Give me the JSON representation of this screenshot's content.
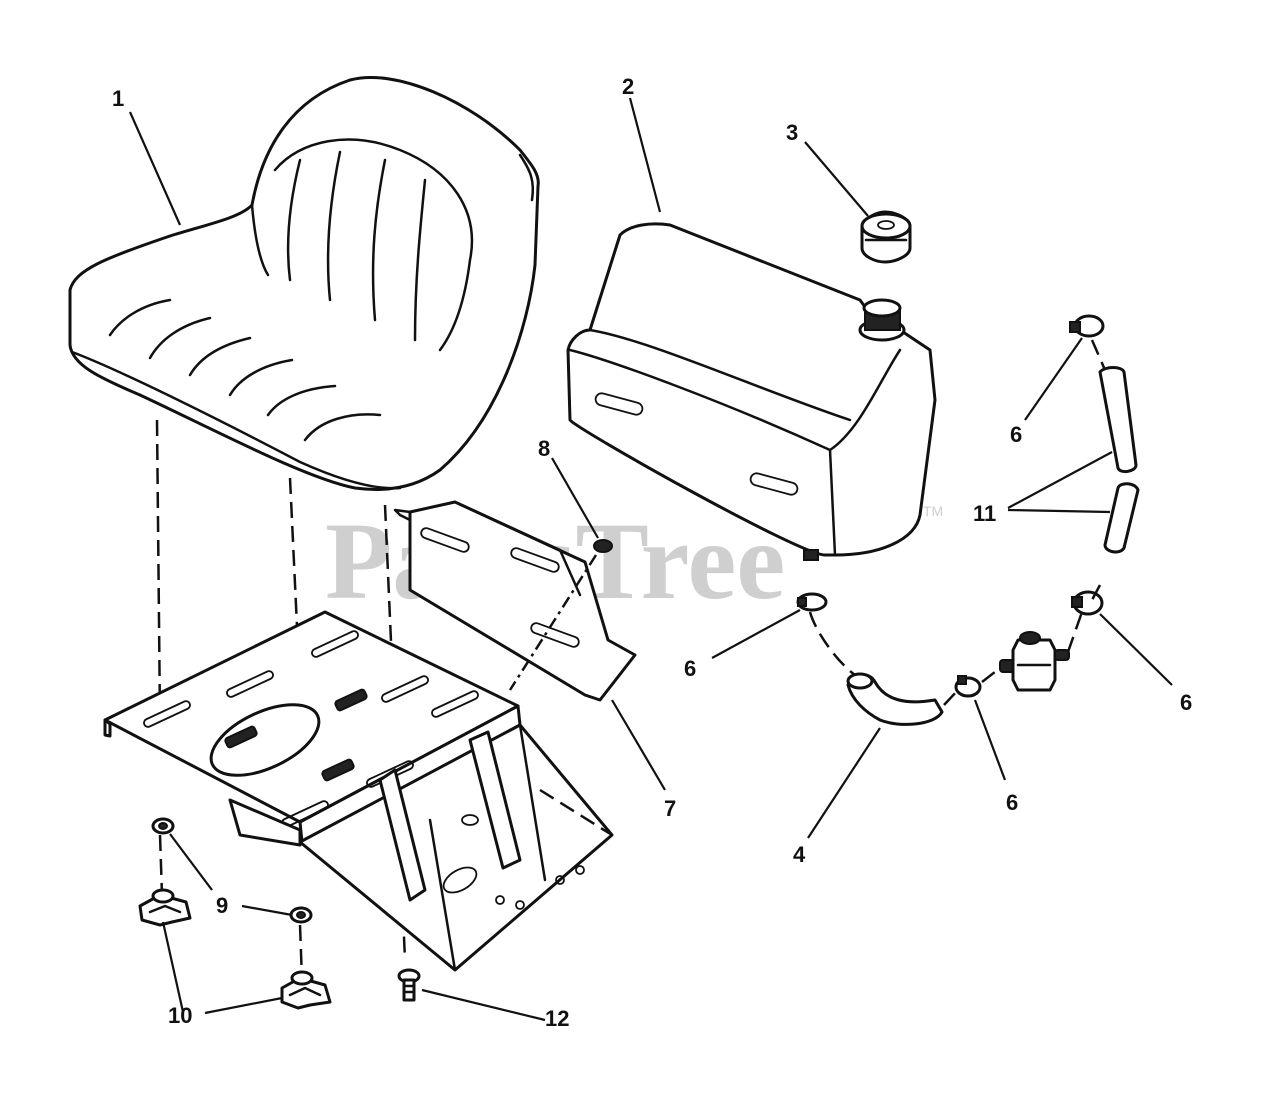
{
  "watermark": {
    "text": "PartsTree",
    "trademark": "TM"
  },
  "callouts": [
    {
      "id": "c1",
      "label": "1"
    },
    {
      "id": "c2",
      "label": "2"
    },
    {
      "id": "c3",
      "label": "3"
    },
    {
      "id": "c4",
      "label": "4"
    },
    {
      "id": "c6a",
      "label": "6"
    },
    {
      "id": "c6b",
      "label": "6"
    },
    {
      "id": "c6c",
      "label": "6"
    },
    {
      "id": "c6d",
      "label": "6"
    },
    {
      "id": "c7",
      "label": "7"
    },
    {
      "id": "c8",
      "label": "8"
    },
    {
      "id": "c9",
      "label": "9"
    },
    {
      "id": "c10",
      "label": "10"
    },
    {
      "id": "c11",
      "label": "11"
    },
    {
      "id": "c12",
      "label": "12"
    }
  ]
}
